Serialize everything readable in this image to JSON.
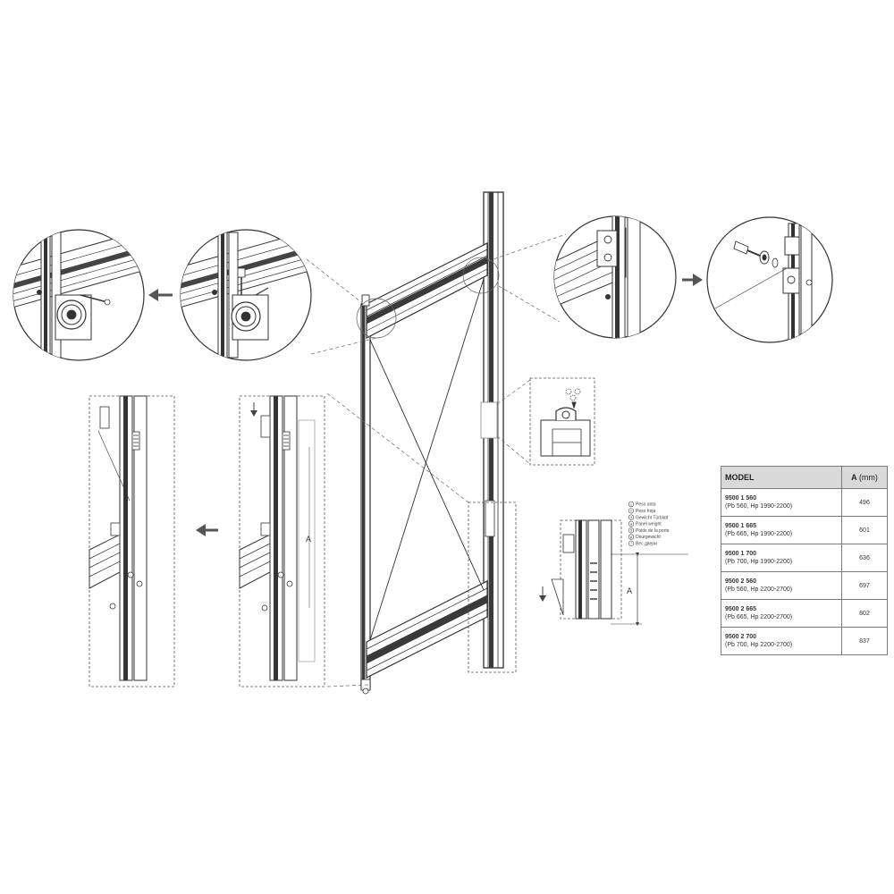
{
  "colors": {
    "line": "#3a3a3a",
    "profile": "#555555",
    "dark": "#2b2b2b",
    "table_header": "#d9d9d9",
    "arrow": "#555555"
  },
  "icons": [
    "arrow-left-icon",
    "arrow-right-icon",
    "arrow-down-icon"
  ],
  "dimension_label": "A",
  "legend": {
    "items": [
      {
        "num": "1",
        "text": "Peso anta"
      },
      {
        "num": "2",
        "text": "Peso hoja"
      },
      {
        "num": "3",
        "text": "Gewicht Türblatt"
      },
      {
        "num": "4",
        "text": "Panel weight"
      },
      {
        "num": "5",
        "text": "Poids de la porte"
      },
      {
        "num": "6",
        "text": "Deurgewicht"
      },
      {
        "num": "7",
        "text": "Вес двери"
      }
    ]
  },
  "table": {
    "header_model": "MODEL",
    "header_a": "A",
    "header_unit": "(mm)",
    "rows": [
      {
        "code": "9500 1 560",
        "range": "(Pb 560, Hp 1990-2200)",
        "a": "496"
      },
      {
        "code": "9500 1 665",
        "range": "(Pb 665, Hp 1990-2200)",
        "a": "601"
      },
      {
        "code": "9500 1 700",
        "range": "(Pb 700, Hp 1990-2200)",
        "a": "636"
      },
      {
        "code": "9500 2 560",
        "range": "(Pb 560, Hp 2200-2700)",
        "a": "697"
      },
      {
        "code": "9500 2 665",
        "range": "(Pb 665, Hp 2200-2700)",
        "a": "802"
      },
      {
        "code": "9500 2 700",
        "range": "(Pb 700, Hp 2200-2700)",
        "a": "837"
      }
    ]
  }
}
